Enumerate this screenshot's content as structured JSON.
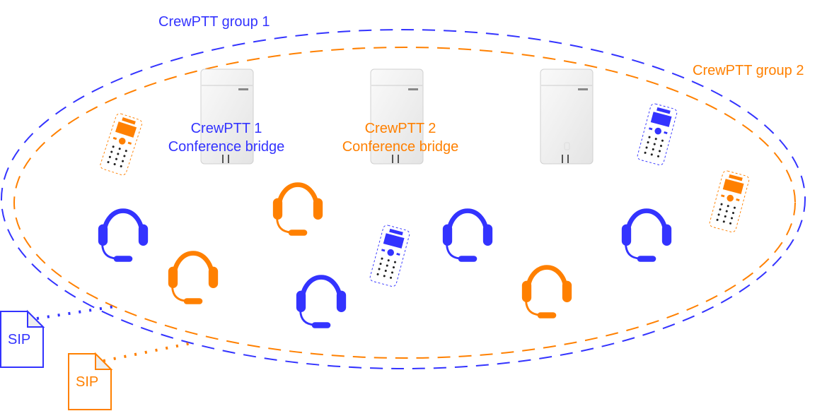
{
  "colors": {
    "group1": "#3333ff",
    "group2": "#ff8000"
  },
  "groups": [
    {
      "label": "CrewPTT group 1",
      "bridge_line1": "CrewPTT 1",
      "bridge_line2": "Conference bridge",
      "sip_label": "SIP"
    },
    {
      "label": "CrewPTT group 2",
      "bridge_line1": "CrewPTT 2",
      "bridge_line2": "Conference bridge",
      "sip_label": "SIP"
    }
  ]
}
